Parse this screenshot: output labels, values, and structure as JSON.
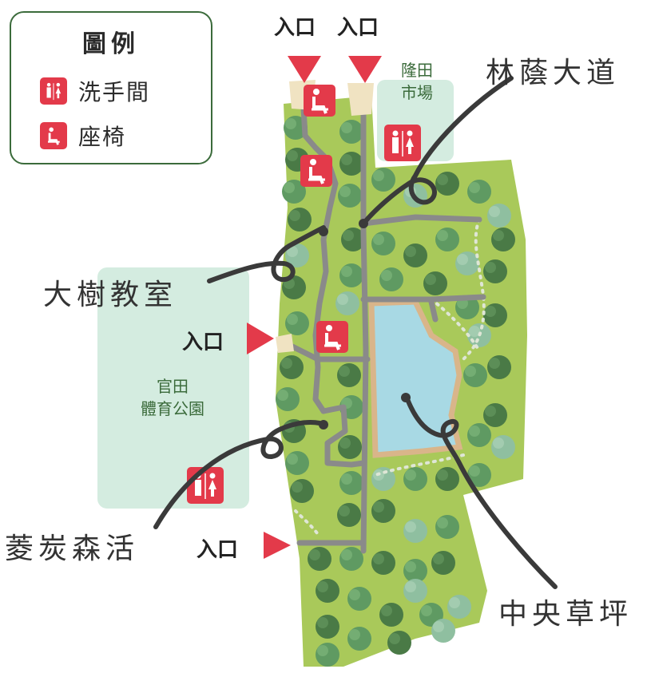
{
  "legend": {
    "title": "圖例",
    "items": [
      {
        "label": "洗手間",
        "icon": "restroom-icon"
      },
      {
        "label": "座椅",
        "icon": "bench-icon"
      }
    ]
  },
  "entrances": {
    "top_left": "入口",
    "top_right": "入口",
    "middle_left": "入口",
    "bottom_left": "入口"
  },
  "places": {
    "longtian_market": [
      "隆田",
      "市場"
    ],
    "guantian_sports_park": [
      "官田",
      "體育公園"
    ]
  },
  "callouts": {
    "forest_avenue": "林蔭大道",
    "big_tree_classroom": "大樹教室",
    "ling_tan_forest": "菱炭森活",
    "central_lawn": "中央草坪"
  },
  "colors": {
    "park_green": "#a9c95a",
    "pond_blue": "#a8d9e4",
    "path_gray": "#8a8a8a",
    "sports_park_mint": "#d4ece0",
    "icon_red": "#e33a4a",
    "callout_line": "#3a3a3a"
  }
}
